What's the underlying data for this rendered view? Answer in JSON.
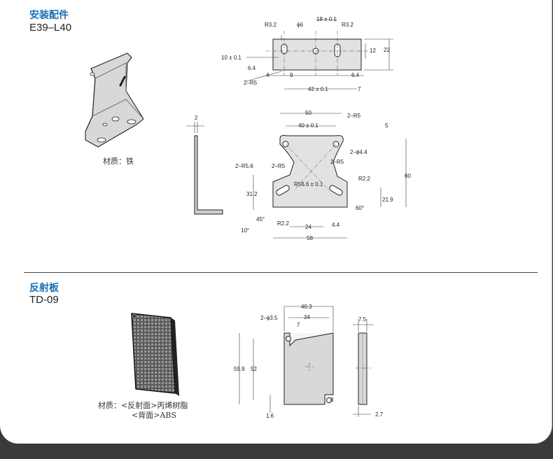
{
  "section1": {
    "title": "安装配件",
    "model": "E39–L40",
    "caption": "材质：铁",
    "dims_top": [
      "R3.2",
      "ϕ6",
      "18 ± 0.1",
      "R3.2",
      "10 ± 0.1",
      "6.4",
      "12",
      "22",
      "4",
      "9",
      "6.4",
      "2–R5",
      "42 ± 0.1",
      "7"
    ],
    "dims_side": [
      "2"
    ],
    "dims_front": [
      "50",
      "2–R5",
      "5",
      "40 ± 0.1",
      "2–ϕ4.4",
      "2–R5.6",
      "2–R5",
      "2–R5",
      "60",
      "R2.2",
      "R56.6 ± 0.1",
      "31.2",
      "21.9",
      "60°",
      "45°",
      "R2.2",
      "24",
      "4.4",
      "10°",
      "58"
    ]
  },
  "section2": {
    "title": "反射板",
    "model": "TD-09",
    "caption_line1": "材质：<反射面>丙烯树脂",
    "caption_line2": "<背面>ABS",
    "dims_front": [
      "40.3",
      "2–ϕ3.5",
      "34",
      "7",
      "59.9",
      "52",
      "8",
      "1.6"
    ],
    "dims_side": [
      "7.5",
      "2.7"
    ]
  }
}
